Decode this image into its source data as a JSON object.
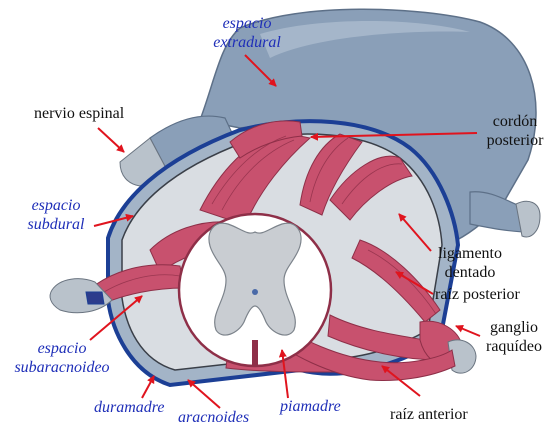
{
  "colors": {
    "dura": "#8a9fb8",
    "dura_dark": "#5d7088",
    "outline": "#1c3f95",
    "muscle": "#c8516e",
    "muscle_dark": "#8e2f48",
    "cord": "#ffffff",
    "gray_matter": "#c9cdd2",
    "arrow": "#e0141e",
    "label_black": "#111111",
    "label_blue": "#1f2fb8"
  },
  "labels": {
    "espacio_extradural": {
      "line1": "espacio",
      "line2": "extradural"
    },
    "nervio_espinal": "nervio espinal",
    "cordon_posterior": {
      "line1": "cordón",
      "line2": "posterior"
    },
    "espacio_subdural": {
      "line1": "espacio",
      "line2": "subdural"
    },
    "ligamento_dentado": {
      "line1": "ligamento",
      "line2": "dentado"
    },
    "raiz_posterior": "raíz posterior",
    "ganglio_raquideo": {
      "line1": "ganglio",
      "line2": "raquídeo"
    },
    "espacio_subaracnoideo": {
      "line1": "espacio",
      "line2": "subaracnoideo"
    },
    "duramadre": "duramadre",
    "aracnoides": "aracnoides",
    "piamadre": "piamadre",
    "raiz_anterior": "raíz anterior"
  }
}
